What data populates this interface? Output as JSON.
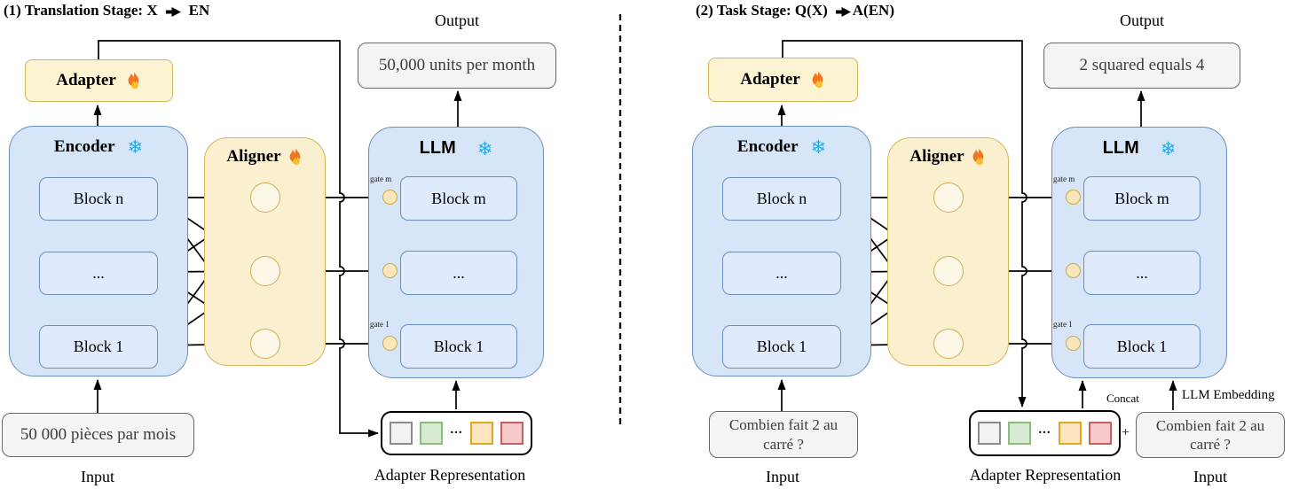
{
  "colors": {
    "blue_fill": "#d6e5f8",
    "blue_block_fill": "#dfeafc",
    "blue_border": "#6c8ebf",
    "yellow_fill": "#faf0cf",
    "yellow_border": "#d6b656",
    "gray_fill": "#f4f4f4",
    "gray_border": "#686868",
    "snowflake_blue": "#29a8e0",
    "flame_orange": "#f4751f",
    "flame_yellow": "#fbbf2c",
    "rep_squares": [
      {
        "name": "gray",
        "fill": "#f2f2f2",
        "border": "#8c8c8c"
      },
      {
        "name": "green",
        "fill": "#d6e9d2",
        "border": "#8bbd7a"
      },
      {
        "name": "orange",
        "fill": "#fde5c2",
        "border": "#e0a81f"
      },
      {
        "name": "red",
        "fill": "#f6caca",
        "border": "#c66060"
      }
    ]
  },
  "panels": [
    {
      "title_pre": "(1) Translation Stage: X",
      "title_post": "EN",
      "output_label": "Output",
      "output_text": "50,000 units per month",
      "adapter_label": "Adapter",
      "encoder_label": "Encoder",
      "encoder_blocks": [
        "Block n",
        "...",
        "Block 1"
      ],
      "aligner_label": "Aligner",
      "llm_label": "LLM",
      "llm_blocks": [
        "Block m",
        "...",
        "Block 1"
      ],
      "gate_top_label": "gate m",
      "gate_bottom_label": "gate 1",
      "input_text": "50 000 pièces par mois",
      "input_label": "Input",
      "rep_dots": "...",
      "rep_label": "Adapter Representation"
    },
    {
      "title_pre": "(2) Task Stage: Q(X)",
      "title_post": "A(EN)",
      "output_label": "Output",
      "output_text": "2 squared equals 4",
      "adapter_label": "Adapter",
      "encoder_label": "Encoder",
      "encoder_blocks": [
        "Block n",
        "...",
        "Block 1"
      ],
      "aligner_label": "Aligner",
      "llm_label": "LLM",
      "llm_blocks": [
        "Block m",
        "...",
        "Block 1"
      ],
      "gate_top_label": "gate m",
      "gate_bottom_label": "gate 1",
      "input_text": "Combien fait 2 au carré ?",
      "input_label": "Input",
      "rep_dots": "...",
      "rep_label": "Adapter Representation",
      "concat_label": "Concat",
      "embedding_label": "LLM Embedding",
      "plus_sign": "+",
      "input2_text": "Combien fait 2 au carré ?",
      "input2_label": "Input"
    }
  ]
}
